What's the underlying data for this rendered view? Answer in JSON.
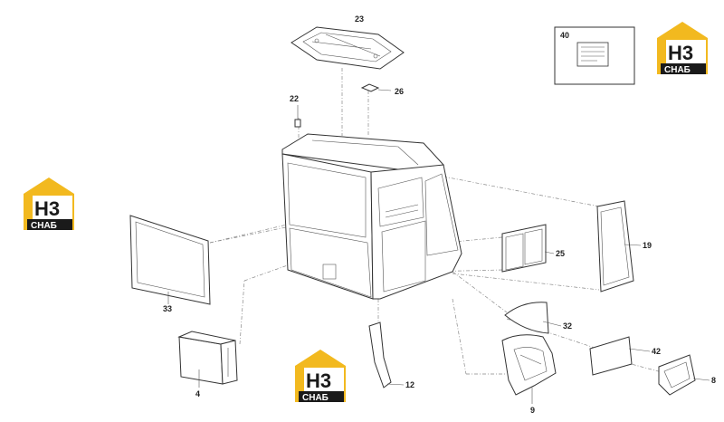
{
  "callouts": {
    "c23": "23",
    "c26": "26",
    "c22": "22",
    "c40": "40",
    "c33": "33",
    "c25": "25",
    "c19": "19",
    "c32": "32",
    "c42": "42",
    "c8": "8",
    "c4": "4",
    "c12": "12",
    "c9": "9"
  },
  "logo": {
    "mark": "H3",
    "text": "CHAБ"
  },
  "colors": {
    "logo_yellow": "#f2b91f",
    "logo_dark": "#1a1a1a",
    "line": "#333333"
  }
}
